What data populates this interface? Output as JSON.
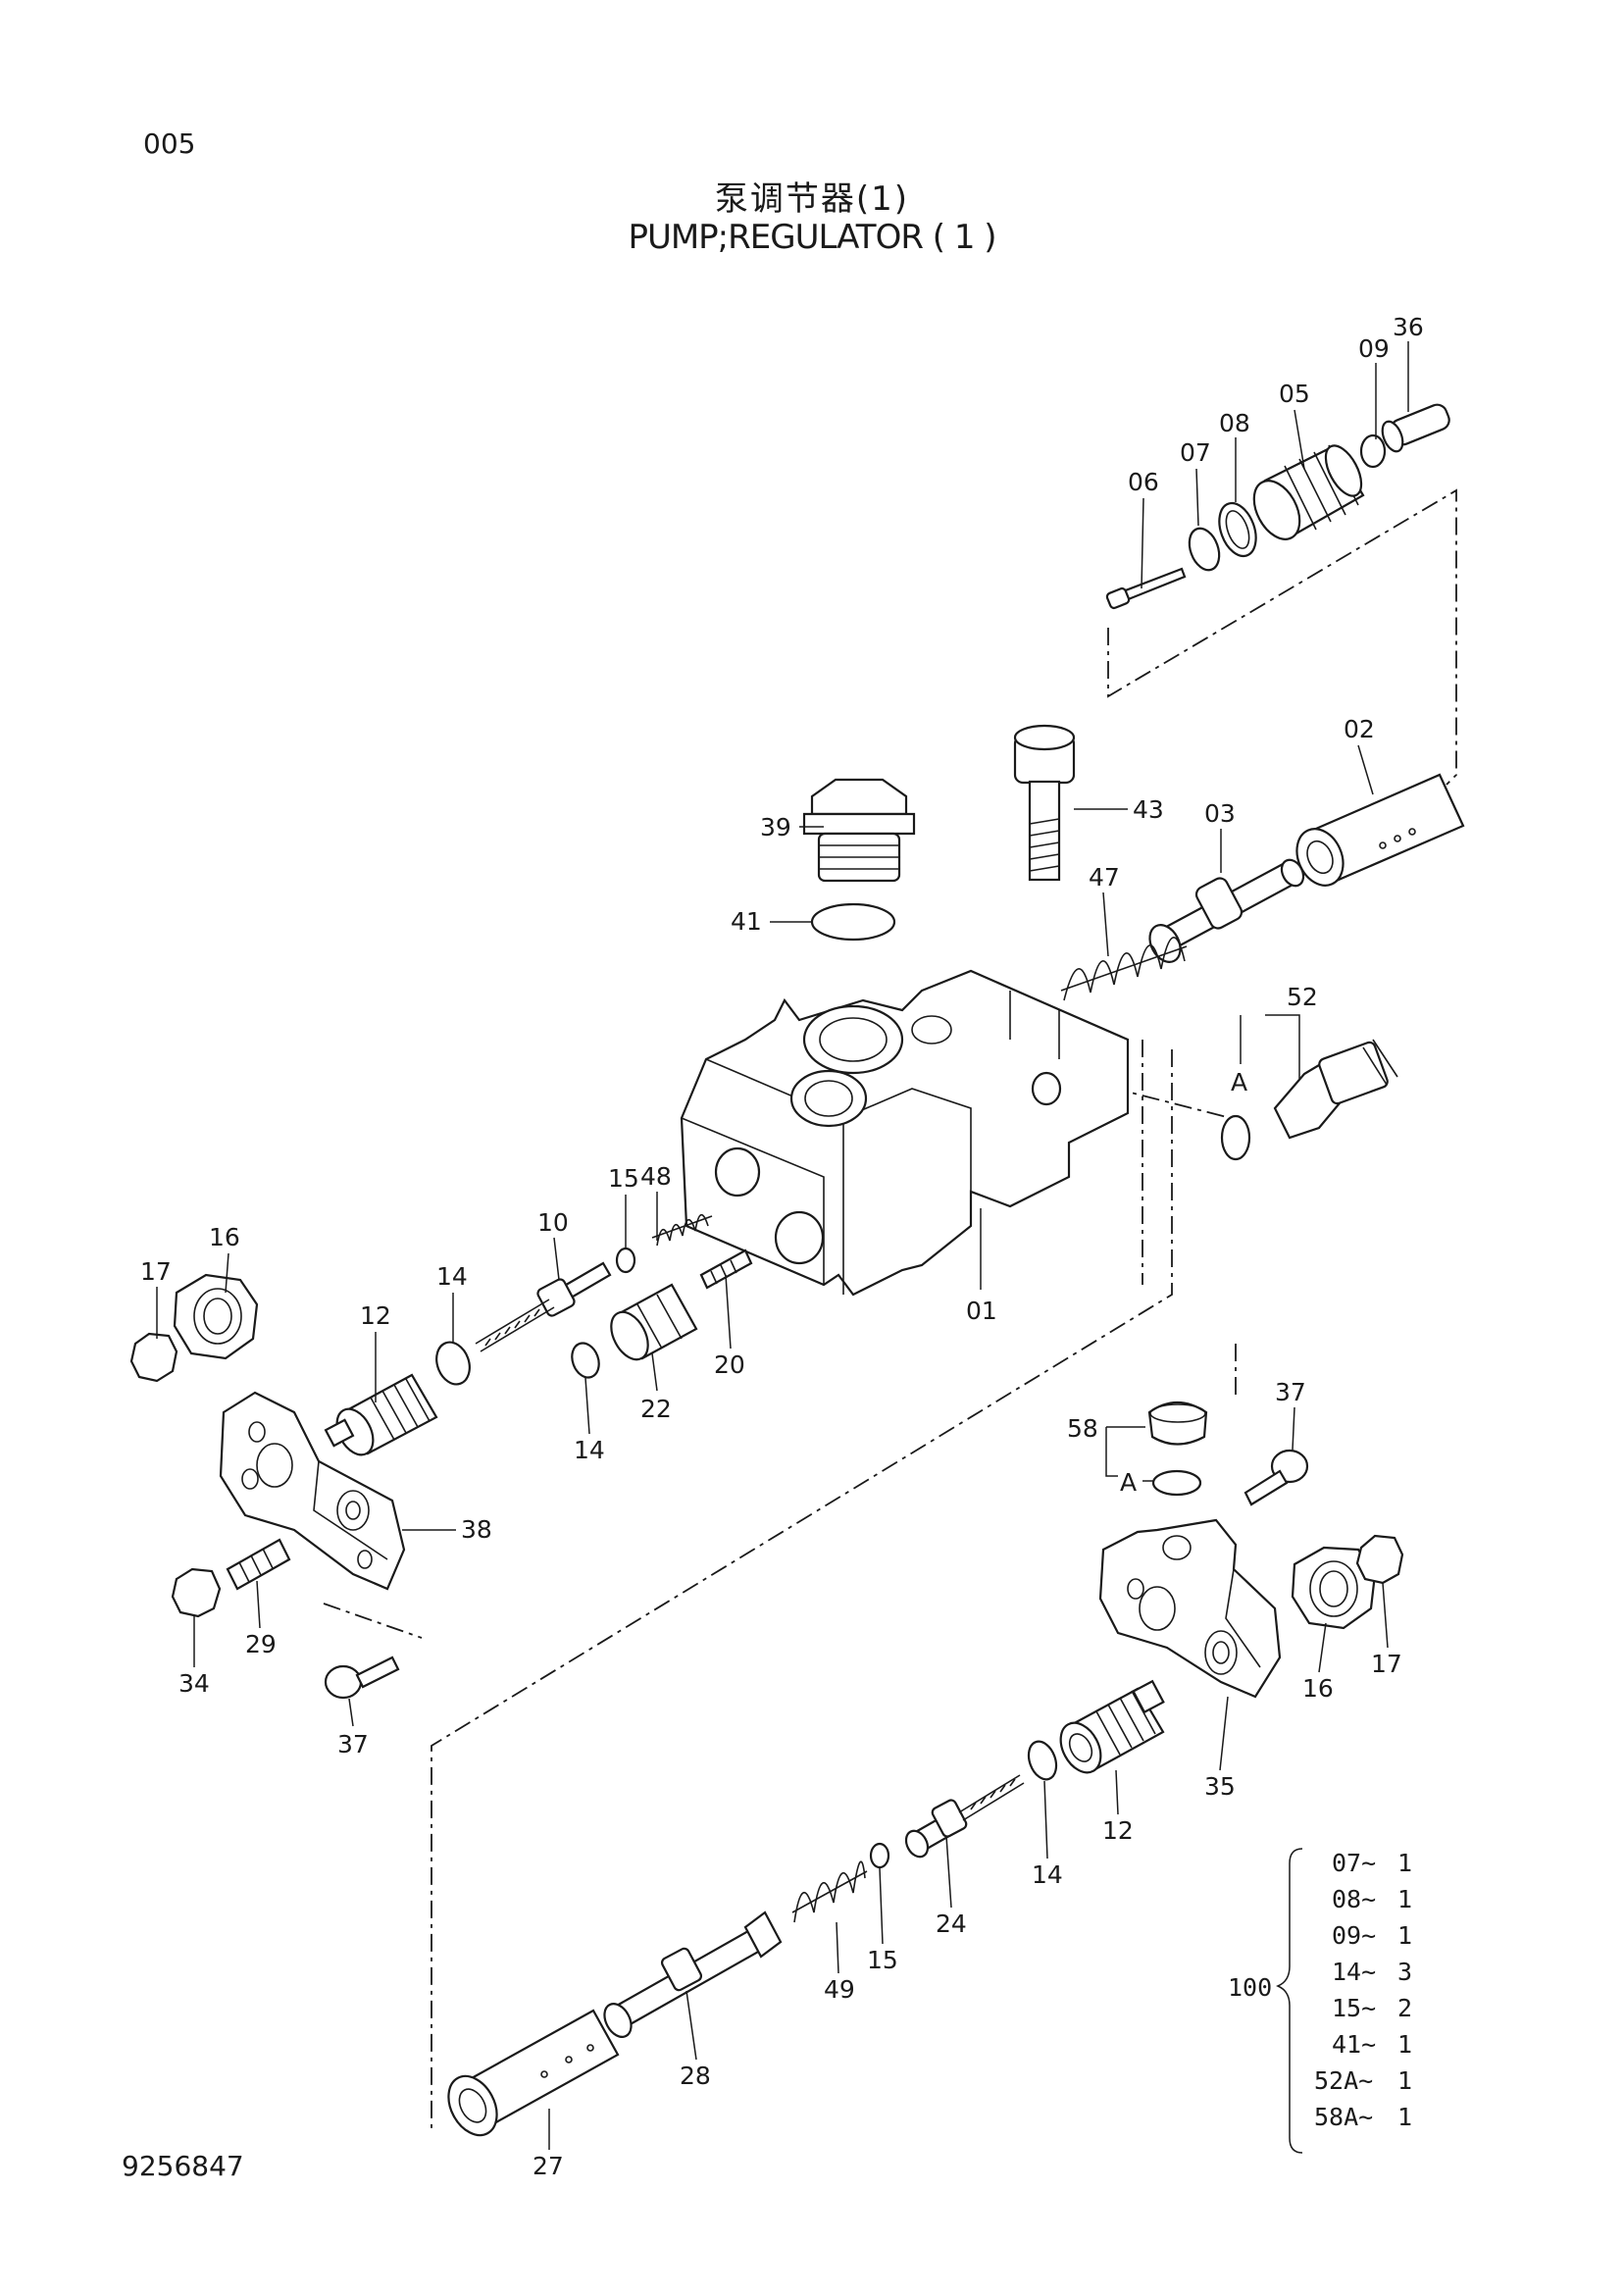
{
  "page_number": "005",
  "title_cn": "泵调节器(1)",
  "title_en": "PUMP;REGULATOR ( 1 )",
  "document_number": "9256847",
  "callouts": [
    {
      "id": "c36",
      "label": "36"
    },
    {
      "id": "c09",
      "label": "09"
    },
    {
      "id": "c05",
      "label": "05"
    },
    {
      "id": "c08",
      "label": "08"
    },
    {
      "id": "c07",
      "label": "07"
    },
    {
      "id": "c06",
      "label": "06"
    },
    {
      "id": "c02",
      "label": "02"
    },
    {
      "id": "c43",
      "label": "43"
    },
    {
      "id": "c03",
      "label": "03"
    },
    {
      "id": "c39",
      "label": "39"
    },
    {
      "id": "c47",
      "label": "47"
    },
    {
      "id": "c41",
      "label": "41"
    },
    {
      "id": "c52",
      "label": "52"
    },
    {
      "id": "cA1",
      "label": "A"
    },
    {
      "id": "c48",
      "label": "48"
    },
    {
      "id": "c15a",
      "label": "15"
    },
    {
      "id": "c10",
      "label": "10"
    },
    {
      "id": "c16a",
      "label": "16"
    },
    {
      "id": "c14a",
      "label": "14"
    },
    {
      "id": "c17a",
      "label": "17"
    },
    {
      "id": "c12a",
      "label": "12"
    },
    {
      "id": "c01",
      "label": "01"
    },
    {
      "id": "c20",
      "label": "20"
    },
    {
      "id": "c22",
      "label": "22"
    },
    {
      "id": "c14b",
      "label": "14"
    },
    {
      "id": "c37a",
      "label": "37"
    },
    {
      "id": "c58",
      "label": "58"
    },
    {
      "id": "cA2",
      "label": "A"
    },
    {
      "id": "c38",
      "label": "38"
    },
    {
      "id": "c29",
      "label": "29"
    },
    {
      "id": "c34",
      "label": "34"
    },
    {
      "id": "c17b",
      "label": "17"
    },
    {
      "id": "c16b",
      "label": "16"
    },
    {
      "id": "c37b",
      "label": "37"
    },
    {
      "id": "c35",
      "label": "35"
    },
    {
      "id": "c12b",
      "label": "12"
    },
    {
      "id": "c14c",
      "label": "14"
    },
    {
      "id": "c24",
      "label": "24"
    },
    {
      "id": "c15b",
      "label": "15"
    },
    {
      "id": "c49",
      "label": "49"
    },
    {
      "id": "c28",
      "label": "28"
    },
    {
      "id": "c27",
      "label": "27"
    }
  ],
  "repair_kit": {
    "kit_number": "100",
    "items": [
      {
        "part": "07~",
        "qty": "1"
      },
      {
        "part": "08~",
        "qty": "1"
      },
      {
        "part": "09~",
        "qty": "1"
      },
      {
        "part": "14~",
        "qty": "3"
      },
      {
        "part": "15~",
        "qty": "2"
      },
      {
        "part": "41~",
        "qty": "1"
      },
      {
        "part": "52A~",
        "qty": "1"
      },
      {
        "part": "58A~",
        "qty": "1"
      }
    ]
  }
}
